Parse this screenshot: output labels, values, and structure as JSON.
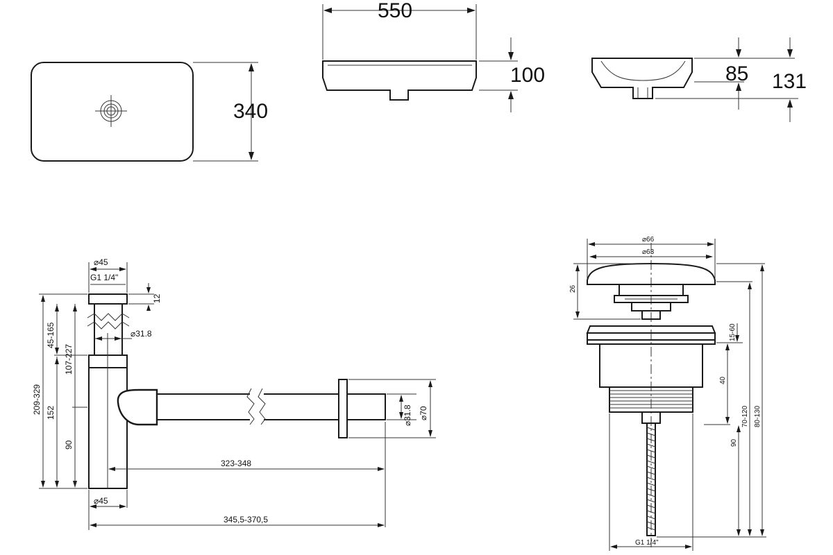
{
  "basin": {
    "width": "550",
    "depth": "340",
    "rim_height": "100",
    "bowl_depth": "85",
    "total_height": "131"
  },
  "siphon": {
    "top_diameter": "⌀45",
    "thread": "G1 1/4\"",
    "cap_height": "12",
    "tube_diameter": "⌀31.8",
    "height_total": "209-329",
    "height_upper": "45-165",
    "height_mid": "107-227",
    "height_body": "152",
    "height_outlet": "90",
    "outlet_length": "323-348",
    "bottom_diameter": "⌀45",
    "overall_length": "345,5-370,5",
    "outlet_pipe_diameter": "⌀31.8",
    "flange_diameter": "⌀70"
  },
  "drain_valve": {
    "cap_outer_diameter": "⌀66",
    "cap_inner_diameter": "⌀63",
    "cap_height": "26",
    "thread": "G1 1/4\"",
    "adjust_range": "15-60",
    "body_height": "40",
    "stem_length": "90",
    "range_a": "70-120",
    "range_b": "80-130"
  }
}
